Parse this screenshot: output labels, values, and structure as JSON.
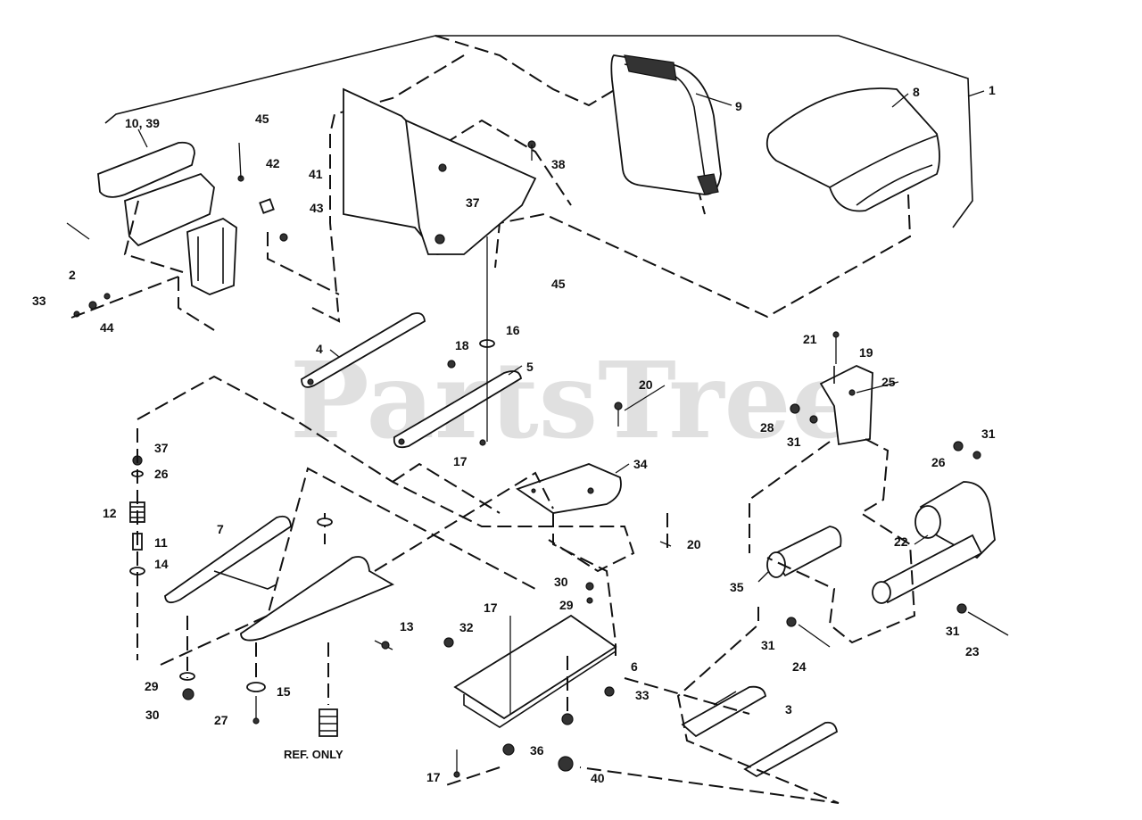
{
  "watermark": "PartsTree",
  "ref_note": "REF. ONLY",
  "callouts": {
    "c1": "1",
    "c2": "2",
    "c3": "3",
    "c4": "4",
    "c5": "5",
    "c6": "6",
    "c7": "7",
    "c8": "8",
    "c9": "9",
    "c10_39": "10, 39",
    "c11": "11",
    "c12": "12",
    "c13": "13",
    "c14": "14",
    "c15": "15",
    "c16": "16",
    "c17a": "17",
    "c17b": "17",
    "c17c": "17",
    "c18": "18",
    "c19": "19",
    "c20a": "20",
    "c20b": "20",
    "c21": "21",
    "c22": "22",
    "c23": "23",
    "c24": "24",
    "c25": "25",
    "c26a": "26",
    "c26b": "26",
    "c27": "27",
    "c28a": "28",
    "c29a": "29",
    "c29b": "29",
    "c30a": "30",
    "c30b": "30",
    "c31a": "31",
    "c31b": "31",
    "c31c": "31",
    "c31d": "31",
    "c32": "32",
    "c33a": "33",
    "c33b": "33",
    "c35": "35",
    "c36": "36",
    "c37a": "37",
    "c37b": "37",
    "c38": "38",
    "c40": "40",
    "c41": "41",
    "c42": "42",
    "c43": "43",
    "c44": "44",
    "c45a": "45",
    "c45b": "45",
    "c34": "34"
  }
}
